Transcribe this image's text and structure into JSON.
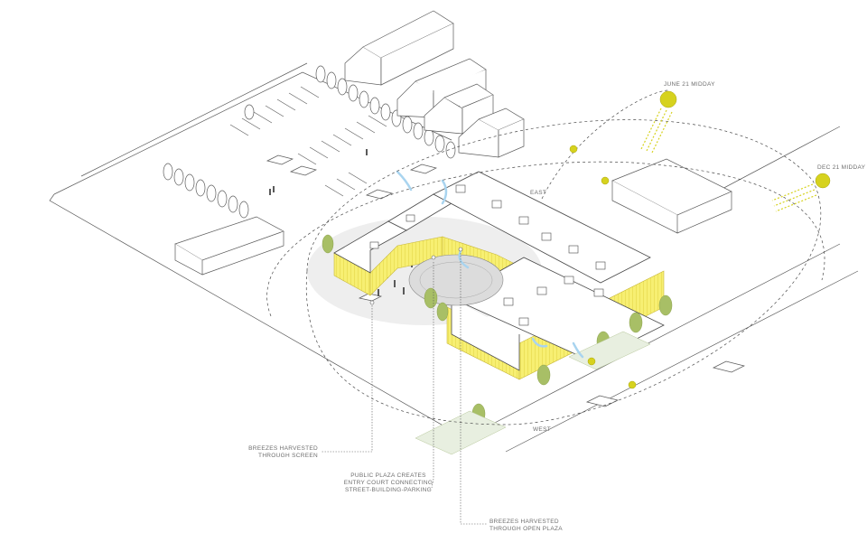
{
  "labels": {
    "june": "JUNE 21 MIDDAY",
    "dec": "DEC 21 MIDDAY",
    "east": "EAST",
    "west": "WEST",
    "screen": [
      "BREEZES HARVESTED",
      "THROUGH SCREEN"
    ],
    "plaza": [
      "PUBLIC PLAZA CREATES",
      "ENTRY COURT CONNECTING",
      "STREET-BUILDING-PARKING"
    ],
    "open": [
      "BREEZES HARVESTED",
      "THROUGH OPEN PLAZA"
    ]
  },
  "colors": {
    "sun": "#d6d21e",
    "building": "#f6ee6c",
    "line": "#4a4a4a",
    "tree": "#a8bf66",
    "breeze": "#a9d4ef",
    "ground": "#eeeeee"
  }
}
